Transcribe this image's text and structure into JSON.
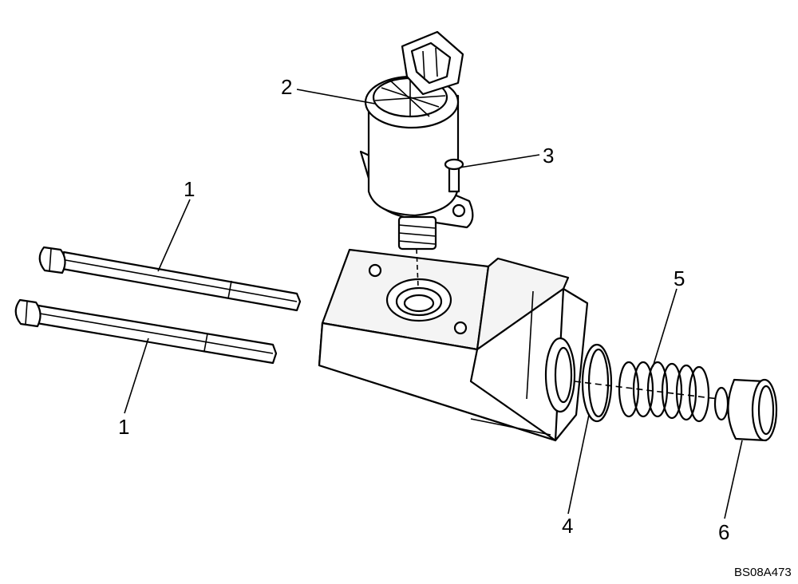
{
  "diagram": {
    "callouts": [
      {
        "id": "bolt-upper",
        "label": "1"
      },
      {
        "id": "bolt-lower",
        "label": "1"
      },
      {
        "id": "solenoid",
        "label": "2"
      },
      {
        "id": "screw",
        "label": "3"
      },
      {
        "id": "o-ring",
        "label": "4"
      },
      {
        "id": "spring",
        "label": "5"
      },
      {
        "id": "plug",
        "label": "6"
      }
    ],
    "drawing_code": "BS08A473"
  }
}
